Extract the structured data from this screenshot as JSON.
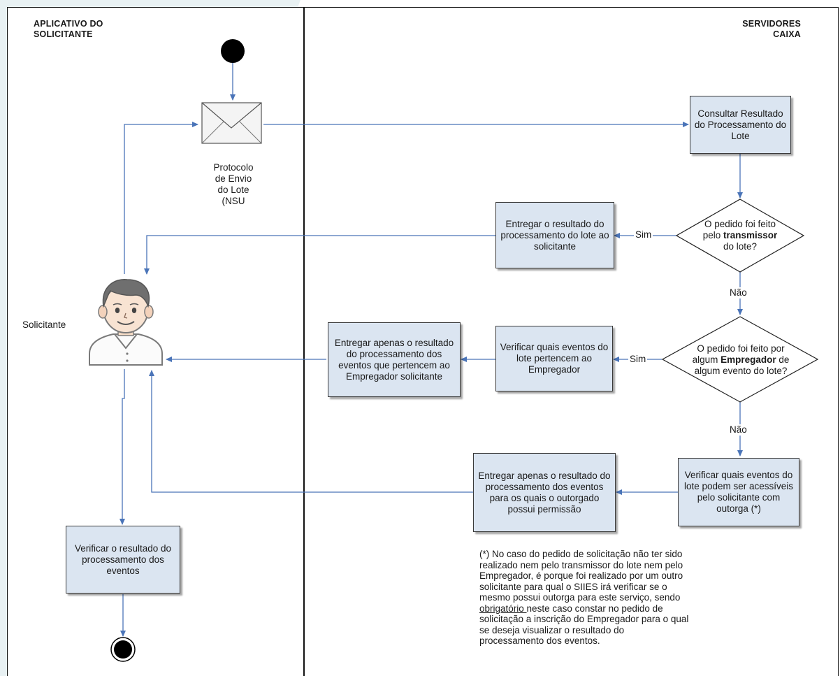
{
  "lanes": {
    "left_title_line1": "APLICATIVO DO",
    "left_title_line2": "SOLICITANTE",
    "right_title_line1": "SERVIDORES",
    "right_title_line2": "CAIXA"
  },
  "nodes": {
    "envelope_label": [
      "Protocolo",
      "de Envio",
      "do Lote",
      "(NSU"
    ],
    "consultar": "Consultar Resultado do Processamento do Lote",
    "decision1_parts": [
      "O pedido foi feito",
      "pelo ",
      "transmissor",
      "do lote?"
    ],
    "entregar_resultado": "Entregar o resultado do processamento do lote ao solicitante",
    "solicitante_label": "Solicitante",
    "decision2_parts": [
      "O pedido foi feito por",
      "algum ",
      "Empregador",
      " de",
      "algum evento do lote?"
    ],
    "verificar_empregador": "Verificar quais eventos do lote pertencem ao Empregador",
    "entregar_empregador": "Entregar apenas o resultado do processamento dos eventos que pertencem ao Empregador solicitante",
    "verificar_outorga": "Verificar quais eventos do lote podem ser acessíveis pelo solicitante com outorga (*)",
    "entregar_outorga": "Entregar apenas o resultado do processamento dos eventos para os quais o outorgado possui permissão",
    "verificar_resultado": "Verificar o resultado do processamento dos eventos"
  },
  "edges": {
    "sim1": "Sim",
    "nao1": "Não",
    "sim2": "Sim",
    "nao2": "Não"
  },
  "note": {
    "part1": "(*) No caso do pedido de solicitação não ter sido realizado nem pelo transmissor do lote nem pelo Empregador, é porque foi realizado por um outro solicitante para qual o SIIES irá verificar se o mesmo possui outorga para este serviço, sendo ",
    "underlined": "obrigatório ",
    "part2": "neste caso constar no pedido de solicitação a inscrição do Empregador para o qual se deseja visualizar o resultado do processamento dos eventos."
  },
  "colors": {
    "box_fill": "#dbe5f1",
    "arrow": "#4a74b8",
    "background_shape": "#e8f1f3"
  }
}
